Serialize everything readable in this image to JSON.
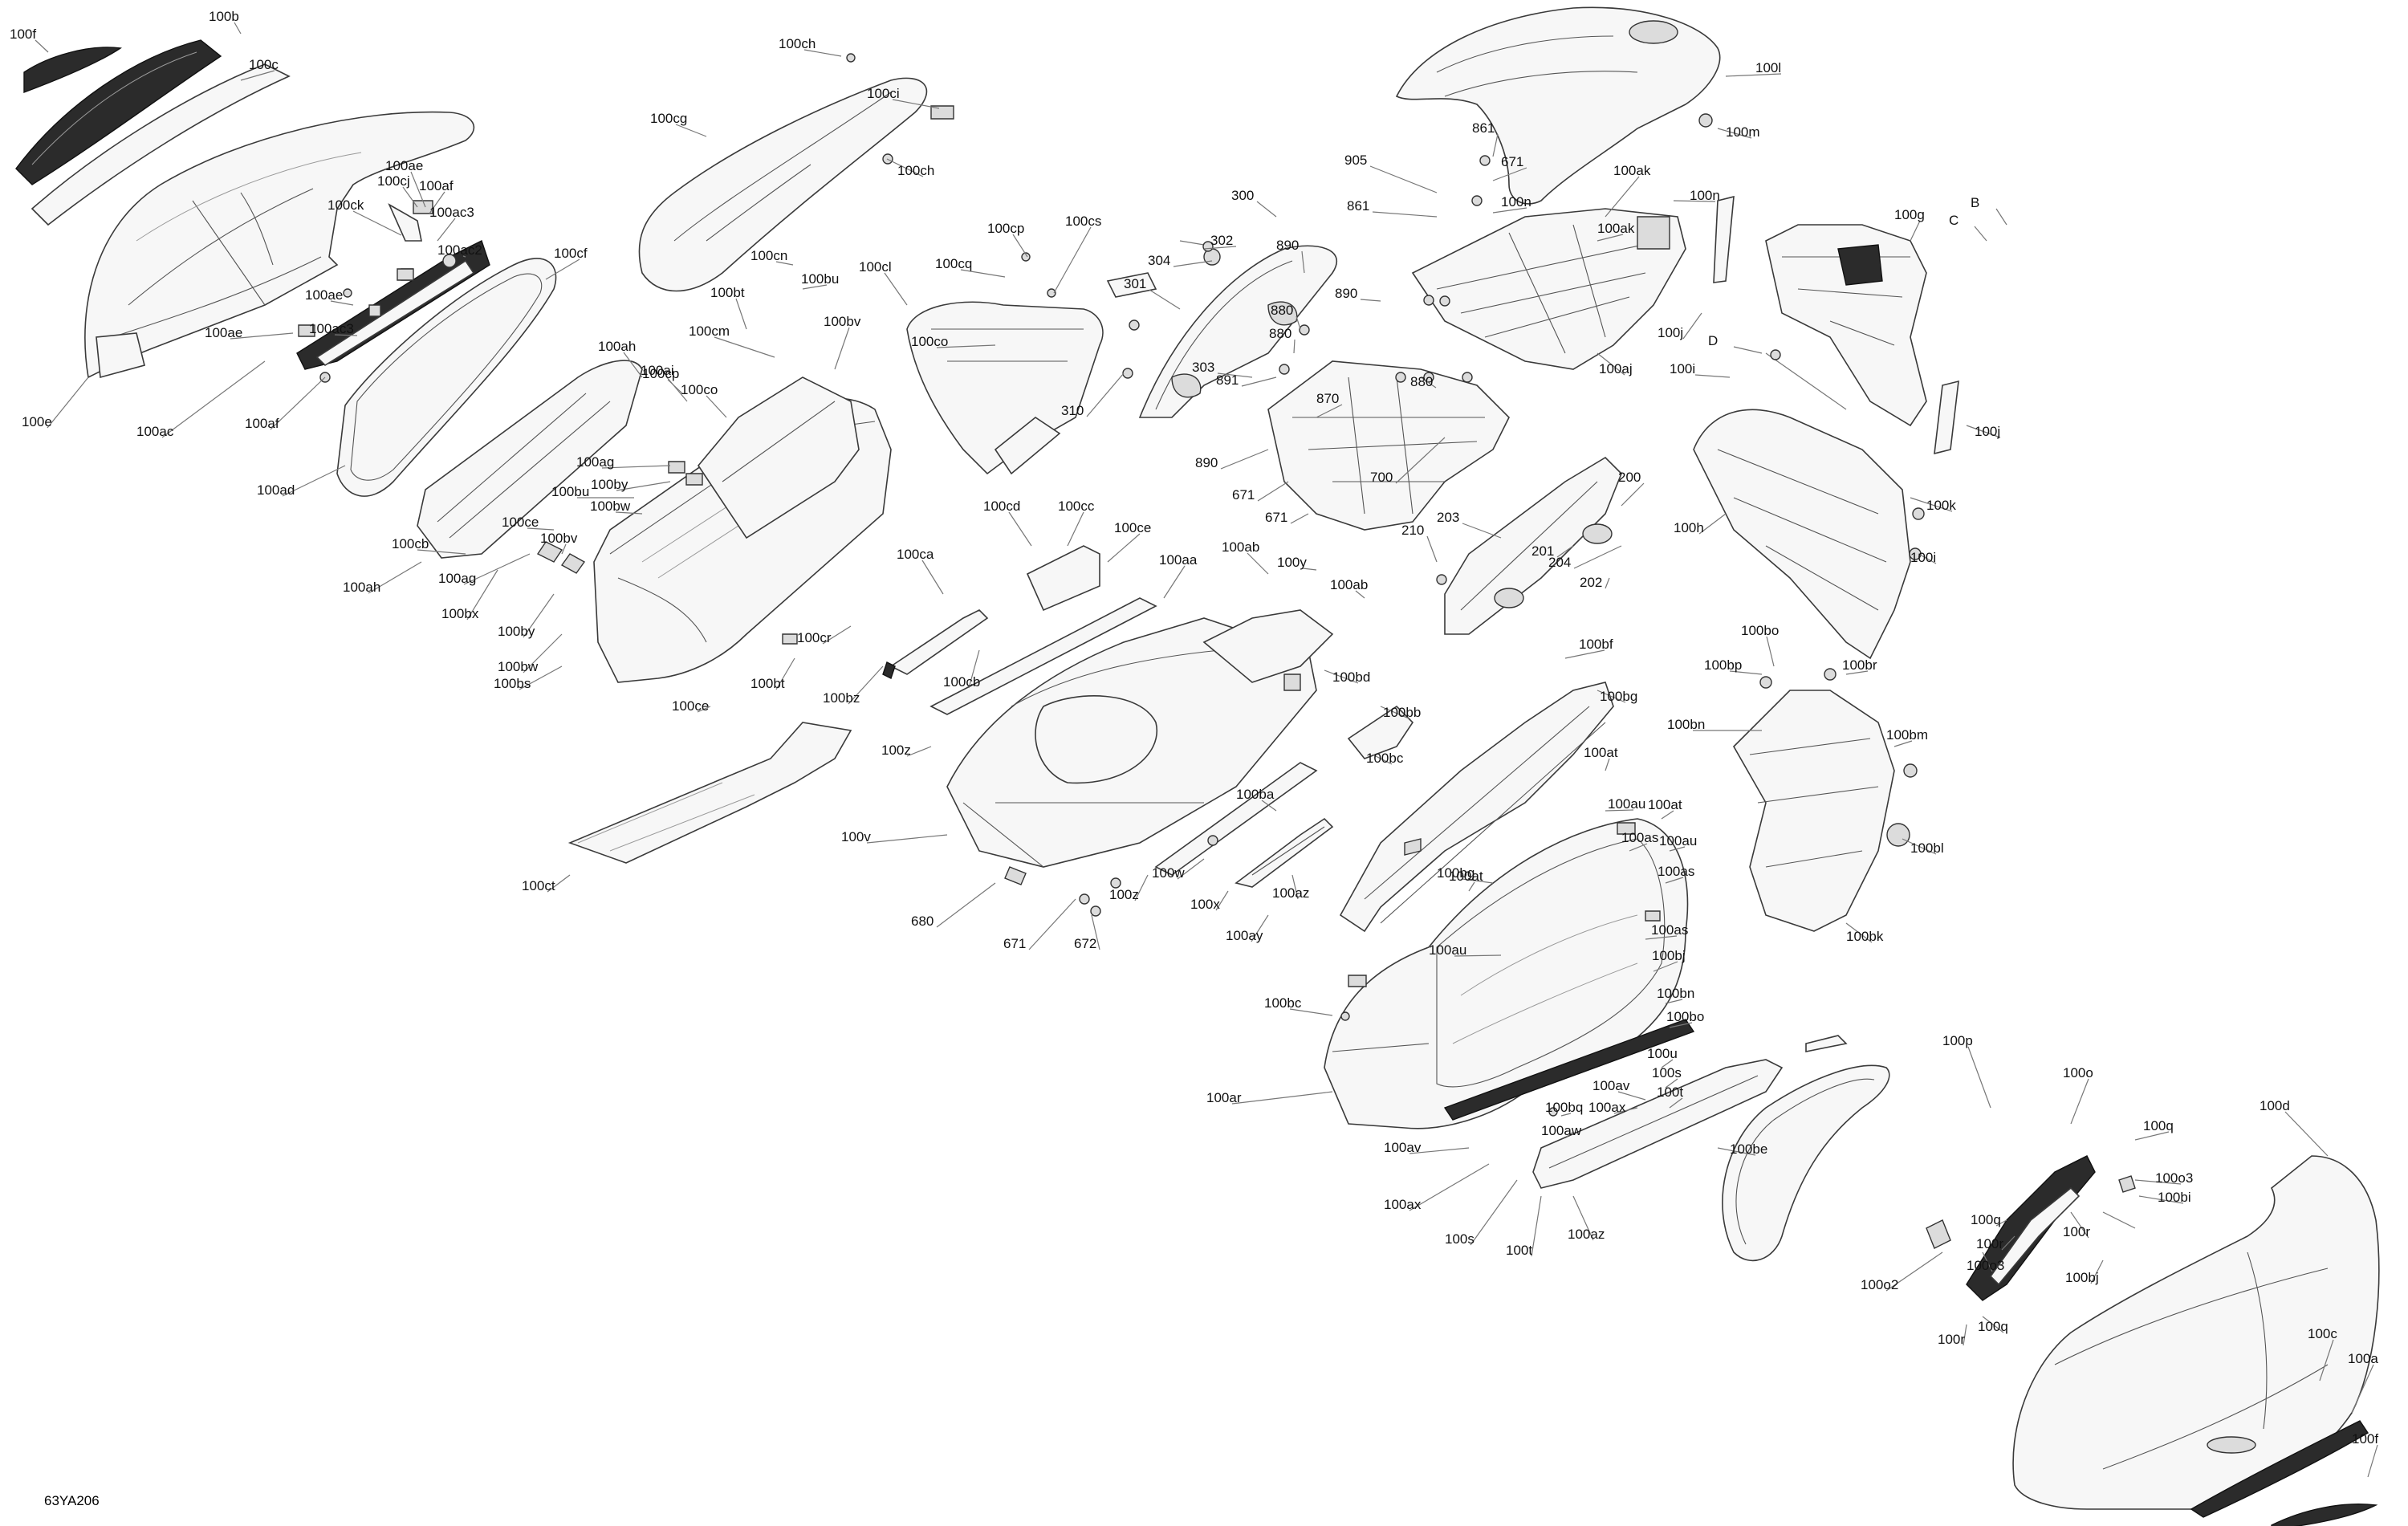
{
  "drawing_ref": "63YA206",
  "callouts": [
    "100b",
    "100f",
    "100c",
    "100cj",
    "100ae",
    "100af",
    "100ck",
    "100ac3",
    "100ac2",
    "100cf",
    "100ae",
    "100ac3",
    "100ae",
    "100e",
    "100ac",
    "100af",
    "100ad",
    "100ch",
    "100ci",
    "100cg",
    "100ch",
    "100cp",
    "100cs",
    "100cq",
    "100cl",
    "100co",
    "100cn",
    "100bt",
    "100bu",
    "100cm",
    "100bv",
    "100ah",
    "100ai",
    "100cp",
    "100co",
    "100ag",
    "100by",
    "100bu",
    "100bw",
    "100ce",
    "100bv",
    "100cb",
    "100ah",
    "100ag",
    "100bx",
    "100by",
    "100bw",
    "100bs",
    "100ce",
    "100bt",
    "100cr",
    "100ct",
    "300",
    "302",
    "304",
    "301",
    "310",
    "303",
    "890",
    "880",
    "891",
    "890",
    "880",
    "671",
    "880",
    "870",
    "700",
    "890",
    "671",
    "905",
    "861",
    "671",
    "861",
    "100n",
    "100n",
    "100ak",
    "100ak",
    "100aj",
    "100l",
    "100m",
    "100g",
    "B",
    "C",
    "D",
    "100j",
    "100i",
    "100j",
    "100k",
    "100i",
    "100h",
    "200",
    "203",
    "210",
    "201",
    "204",
    "202",
    "100cd",
    "100cc",
    "100ce",
    "100ca",
    "100cb",
    "100bz",
    "100aa",
    "100ab",
    "100y",
    "100ab",
    "100bd",
    "100bb",
    "100bc",
    "100ba",
    "100az",
    "100ay",
    "100z",
    "100z",
    "100v",
    "680",
    "671",
    "672",
    "100w",
    "100x",
    "100bf",
    "100bg",
    "100at",
    "100au",
    "100as",
    "100at",
    "100au",
    "100as",
    "100bg",
    "100at",
    "100au",
    "100as",
    "100bj",
    "100bn",
    "100bo",
    "100bc",
    "100ar",
    "100u",
    "100s",
    "100t",
    "100av",
    "100ax",
    "100bq",
    "100aw",
    "100av",
    "100ax",
    "100s",
    "100t",
    "100az",
    "100be",
    "100bo",
    "100bp",
    "100br",
    "100bn",
    "100bm",
    "100bl",
    "100bk",
    "100p",
    "100o",
    "100q",
    "100o3",
    "100bi",
    "100q",
    "100r",
    "100o3",
    "100o2",
    "100q",
    "100r",
    "100r",
    "100bj",
    "100d",
    "100c",
    "100a",
    "100f"
  ]
}
